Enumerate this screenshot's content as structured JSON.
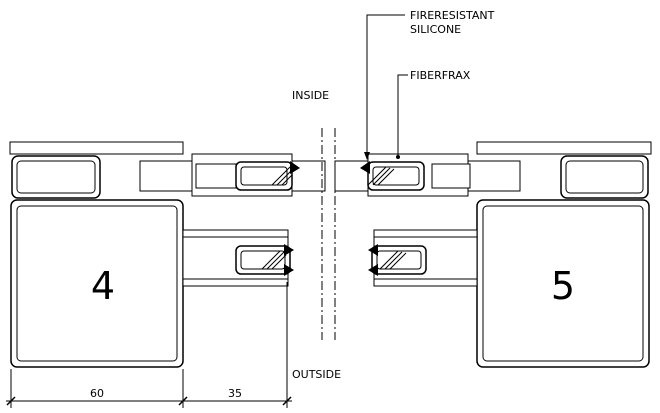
{
  "labels": {
    "fireresistant_line1": "FIRERESISTANT",
    "fireresistant_line2": "SILICONE",
    "fiberfrax": "FIBERFRAX",
    "inside": "INSIDE",
    "outside": "OUTSIDE"
  },
  "frames": {
    "left_number": "4",
    "right_number": "5"
  },
  "dimensions": {
    "left_width": "60",
    "gap_width": "35"
  }
}
